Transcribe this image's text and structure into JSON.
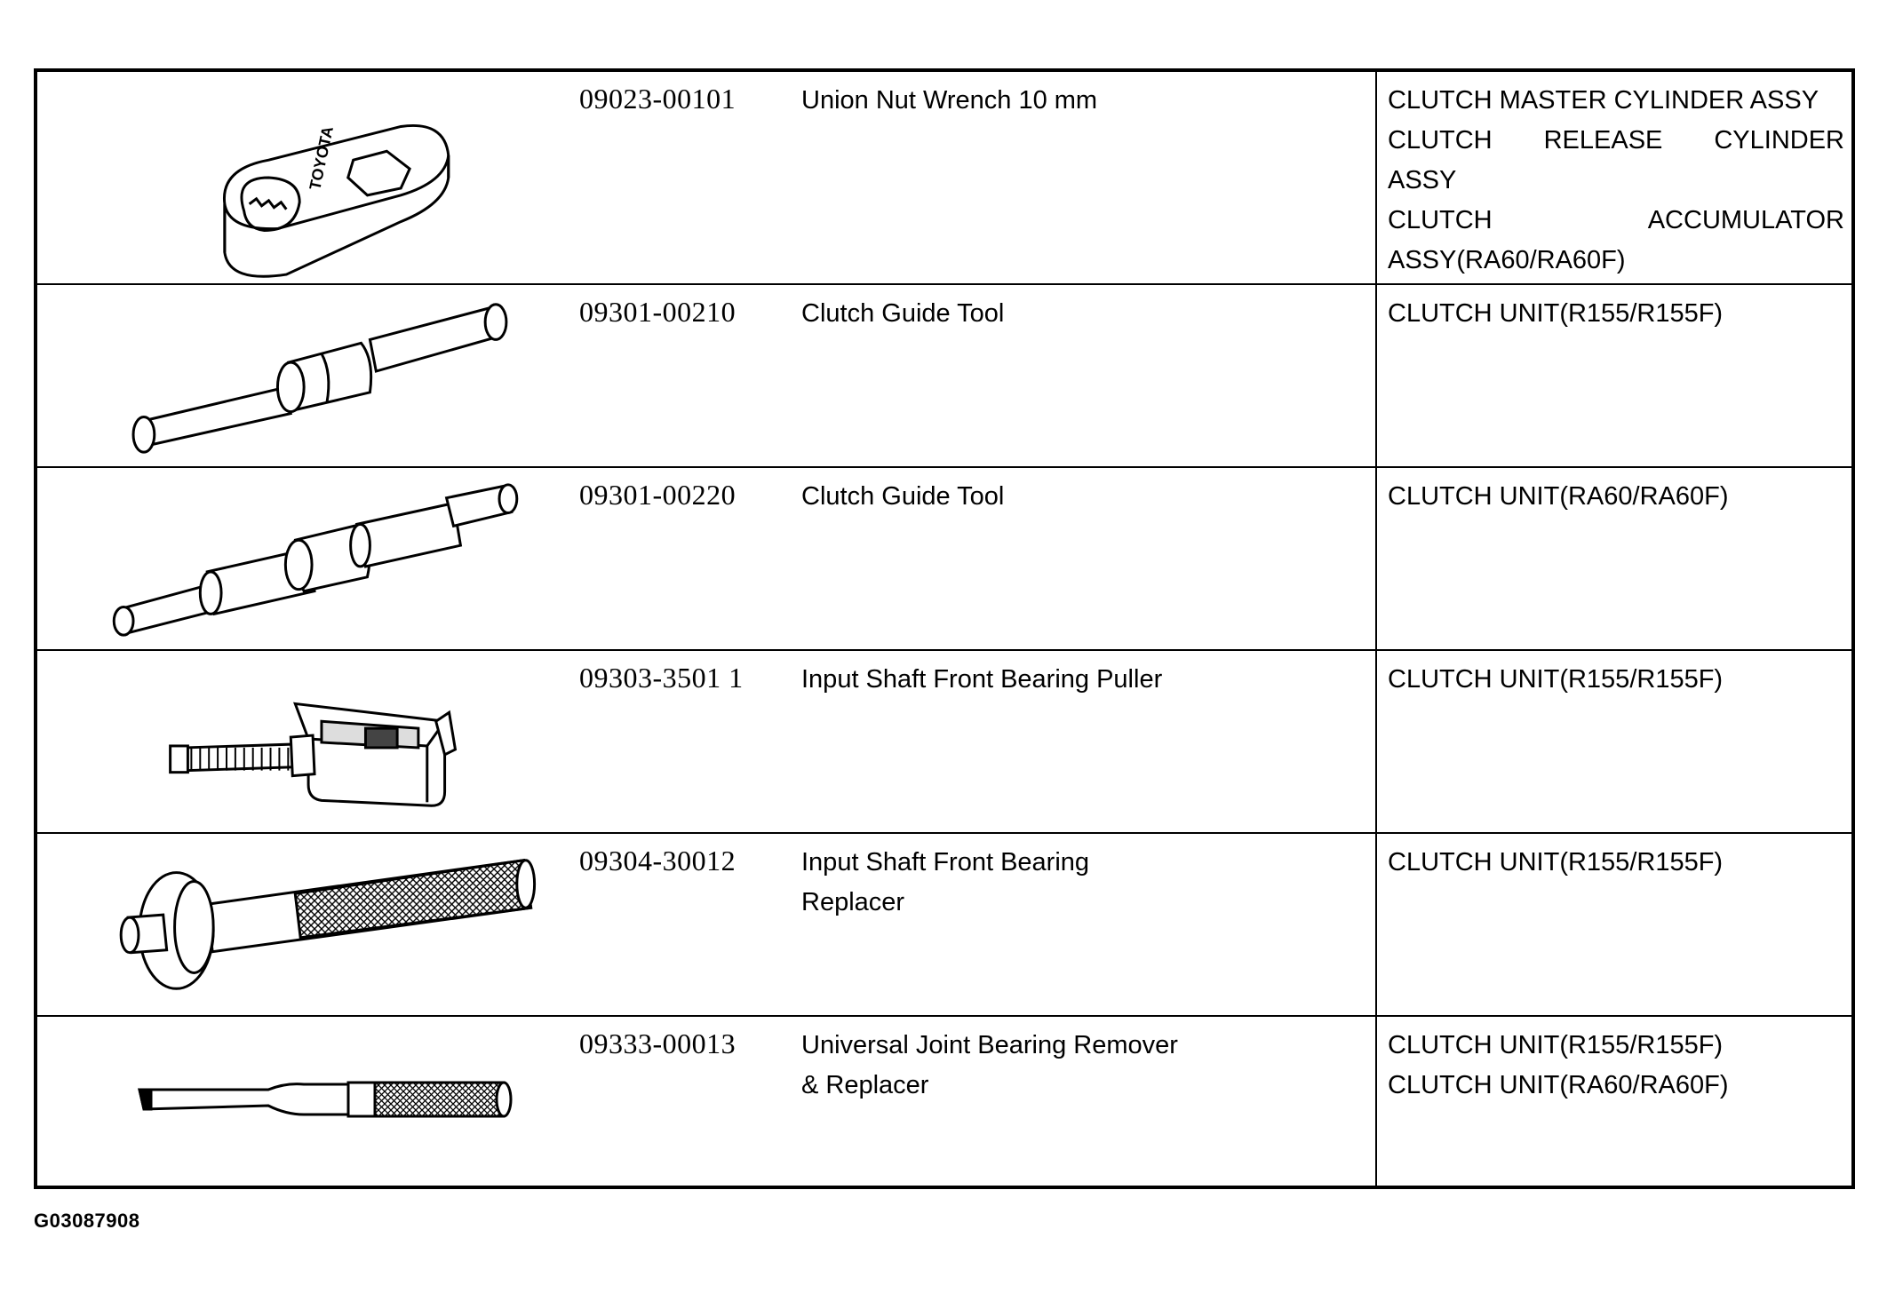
{
  "rows": [
    {
      "part_no": "09023-00101",
      "name": [
        "Union Nut Wrench 10 mm"
      ],
      "applies": [
        "CLUTCH MASTER CYLINDER ASSY",
        "CLUTCH RELEASE CYLINDER",
        "ASSY",
        "CLUTCH ACCUMULATOR",
        "ASSY(RA60/RA60F)"
      ],
      "tool_icon": "union-nut-wrench-icon",
      "tool_engraving": "TOYOTA"
    },
    {
      "part_no": "09301-00210",
      "name": [
        "Clutch Guide Tool"
      ],
      "applies": [
        "CLUTCH  UNIT(R155/R155F)"
      ],
      "tool_icon": "clutch-guide-tool-icon"
    },
    {
      "part_no": "09301-00220",
      "name": [
        "Clutch Guide Tool"
      ],
      "applies": [
        "CLUTCH  UNIT(RA60/RA60F)"
      ],
      "tool_icon": "clutch-guide-tool-stepped-icon"
    },
    {
      "part_no": "09303-3501 1",
      "name": [
        "Input Shaft Front Bearing Puller"
      ],
      "applies": [
        "CLUTCH  UNIT(R155/R155F)"
      ],
      "tool_icon": "bearing-puller-icon"
    },
    {
      "part_no": "09304-30012",
      "name": [
        "Input Shaft Front Bearing",
        "Replacer"
      ],
      "applies": [
        "CLUTCH  UNIT(R155/R155F)"
      ],
      "tool_icon": "bearing-replacer-icon"
    },
    {
      "part_no": "09333-00013",
      "name": [
        "Universal Joint Bearing Remover",
        "& Replacer"
      ],
      "applies": [
        "CLUTCH  UNIT(R155/R155F)",
        "CLUTCH  UNIT(RA60/RA60F)"
      ],
      "tool_icon": "joint-bearing-remover-icon"
    }
  ],
  "figure_code": "G03087908"
}
